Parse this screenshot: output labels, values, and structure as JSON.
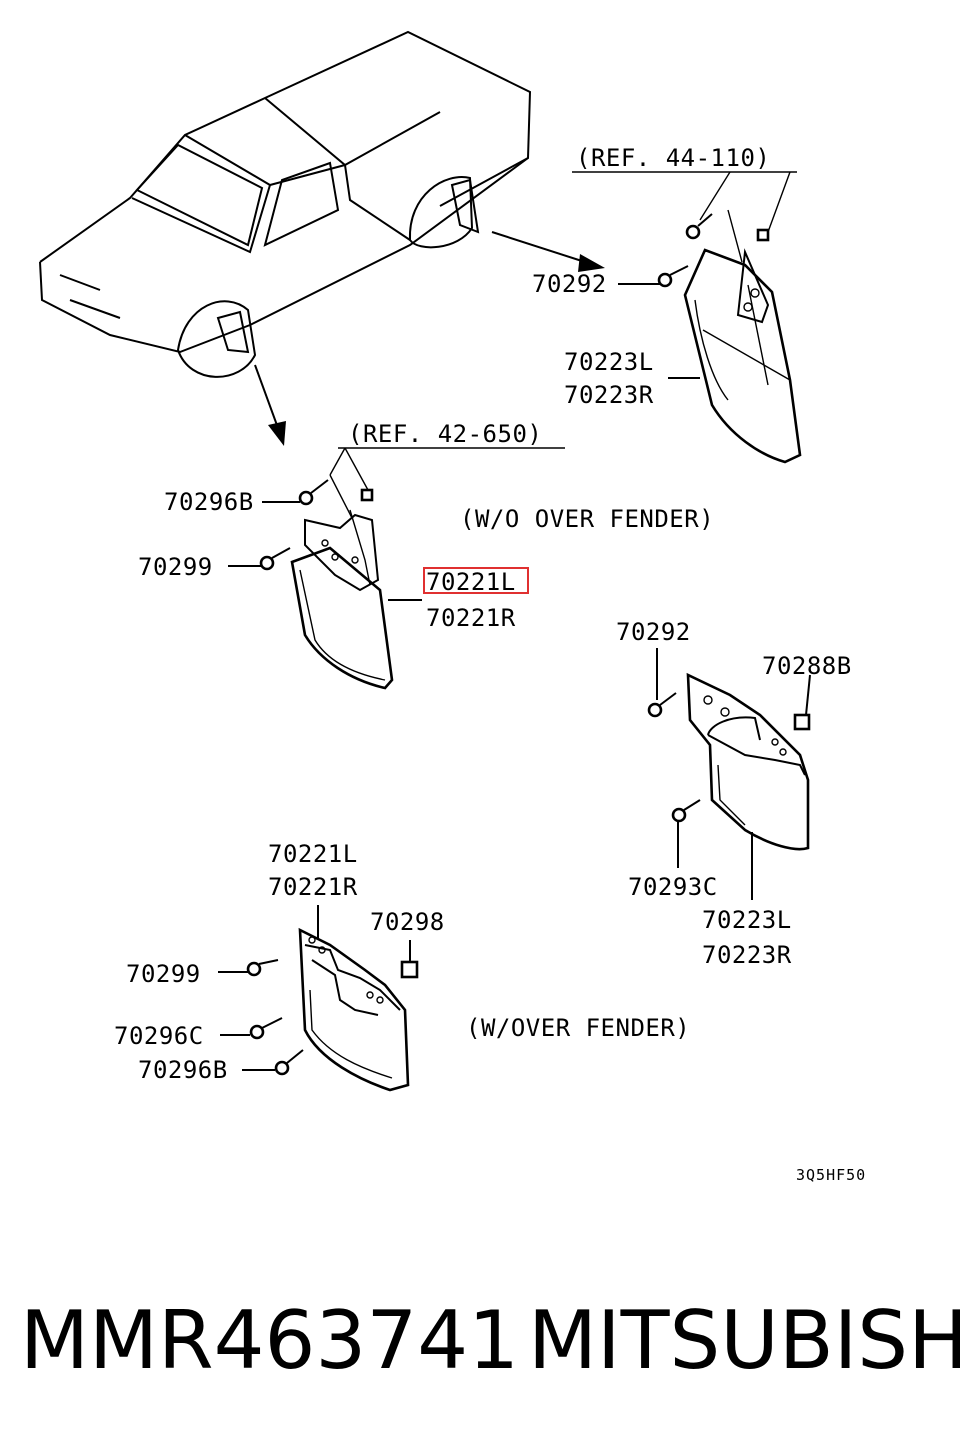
{
  "diagram": {
    "labels": {
      "ref_44_110": "(REF. 44-110)",
      "rear_70292": "70292",
      "rear_70223L": "70223L",
      "rear_70223R": "70223R",
      "ref_42_650": "(REF. 42-650)",
      "front_70296B": "70296B",
      "front_70299": "70299",
      "front_70221L_highlight": "70221L",
      "front_70221R": "70221R",
      "wo_over_fender": "(W/O OVER FENDER)",
      "over_70292": "70292",
      "over_70288B": "70288B",
      "over_70293C": "70293C",
      "over_70223L": "70223L",
      "over_70223R": "70223R",
      "over_front_70221L": "70221L",
      "over_front_70221R": "70221R",
      "over_front_70298": "70298",
      "over_front_70299": "70299",
      "over_front_70296C": "70296C",
      "over_front_70296B": "70296B",
      "w_over_fender": "(W/OVER FENDER)",
      "drawing_code": "3Q5HF50"
    },
    "highlight_color": "#e03030"
  },
  "footer": {
    "part_number": "MMR463741",
    "brand": "MITSUBISHI"
  }
}
